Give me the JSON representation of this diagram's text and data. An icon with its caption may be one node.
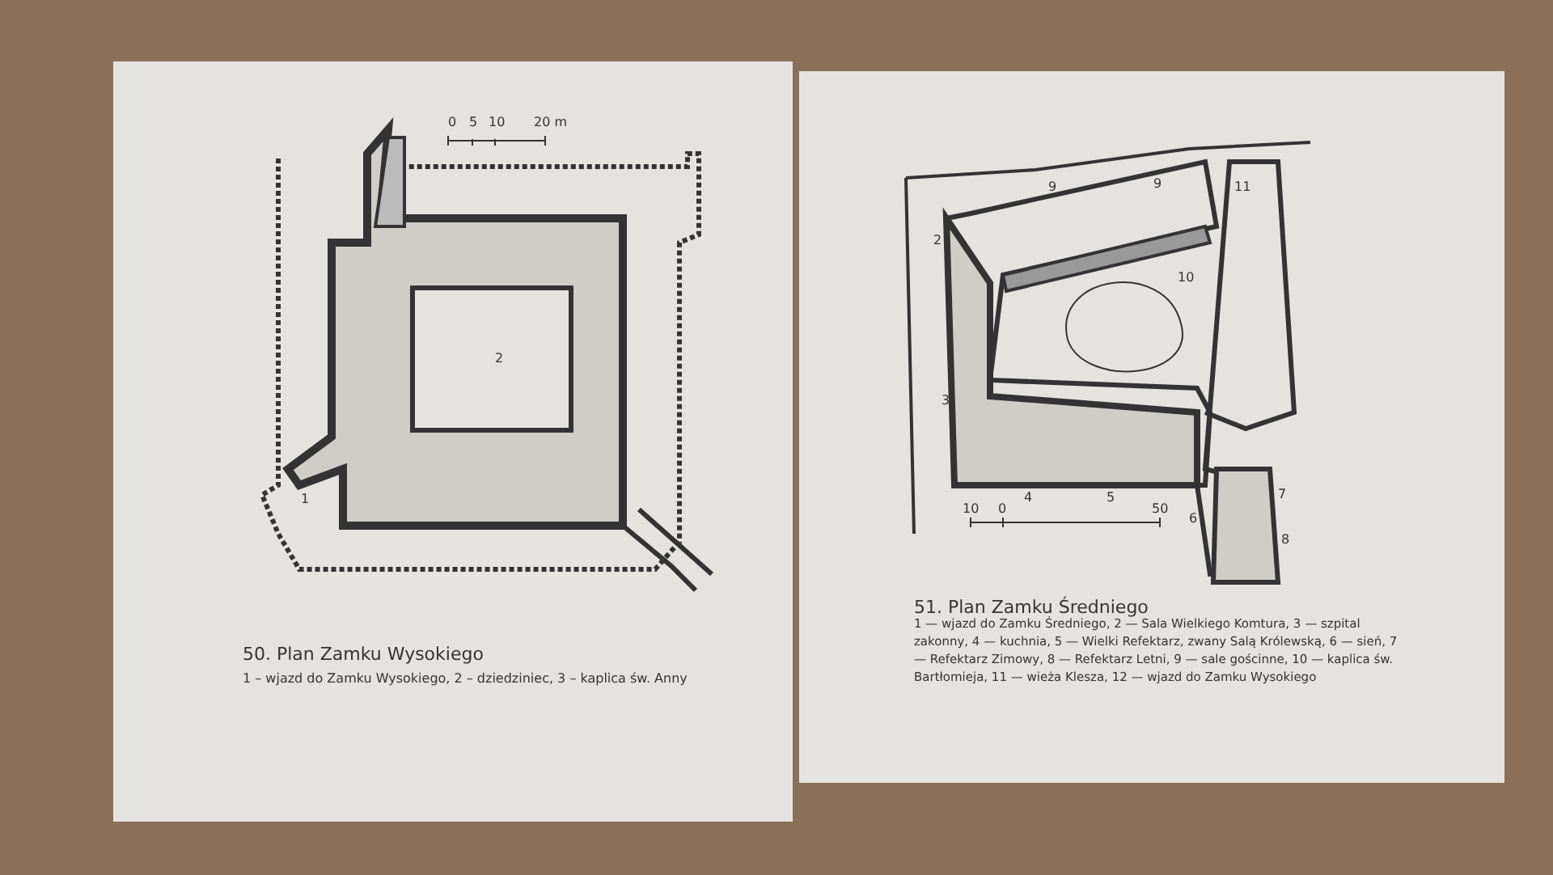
{
  "diagram": {
    "labels": [
      "0",
      "5",
      "10",
      "20 m",
      "2",
      "1",
      "50. Plan Zamku Wysokiego",
      "1 – wjazd do Zamku Wysokiego, 2 – dziedziniec, 3 – kaplica św. Anny",
      "9",
      "9",
      "11",
      "2",
      "10",
      "3",
      "4",
      "5",
      "10",
      "0",
      "50",
      "6",
      "7",
      "8",
      "51. Plan Zamku Średniego",
      "1 — wjazd do Zamku Średniego, 2 — Sala Wielkiego Komtura, 3 — szpital zakonny, 4 — kuchnia, 5 — Wielki Refektarz, zwany Salą Królewską, 6 — sień, 7 — Refektarz Zimowy, 8 — Refektarz Letni, 9 — sale gościnne, 10 — kaplica św. Bartłomieja, 11 — wieża Klesza, 12 — wjazd do Zamku Wysokiego"
    ]
  }
}
